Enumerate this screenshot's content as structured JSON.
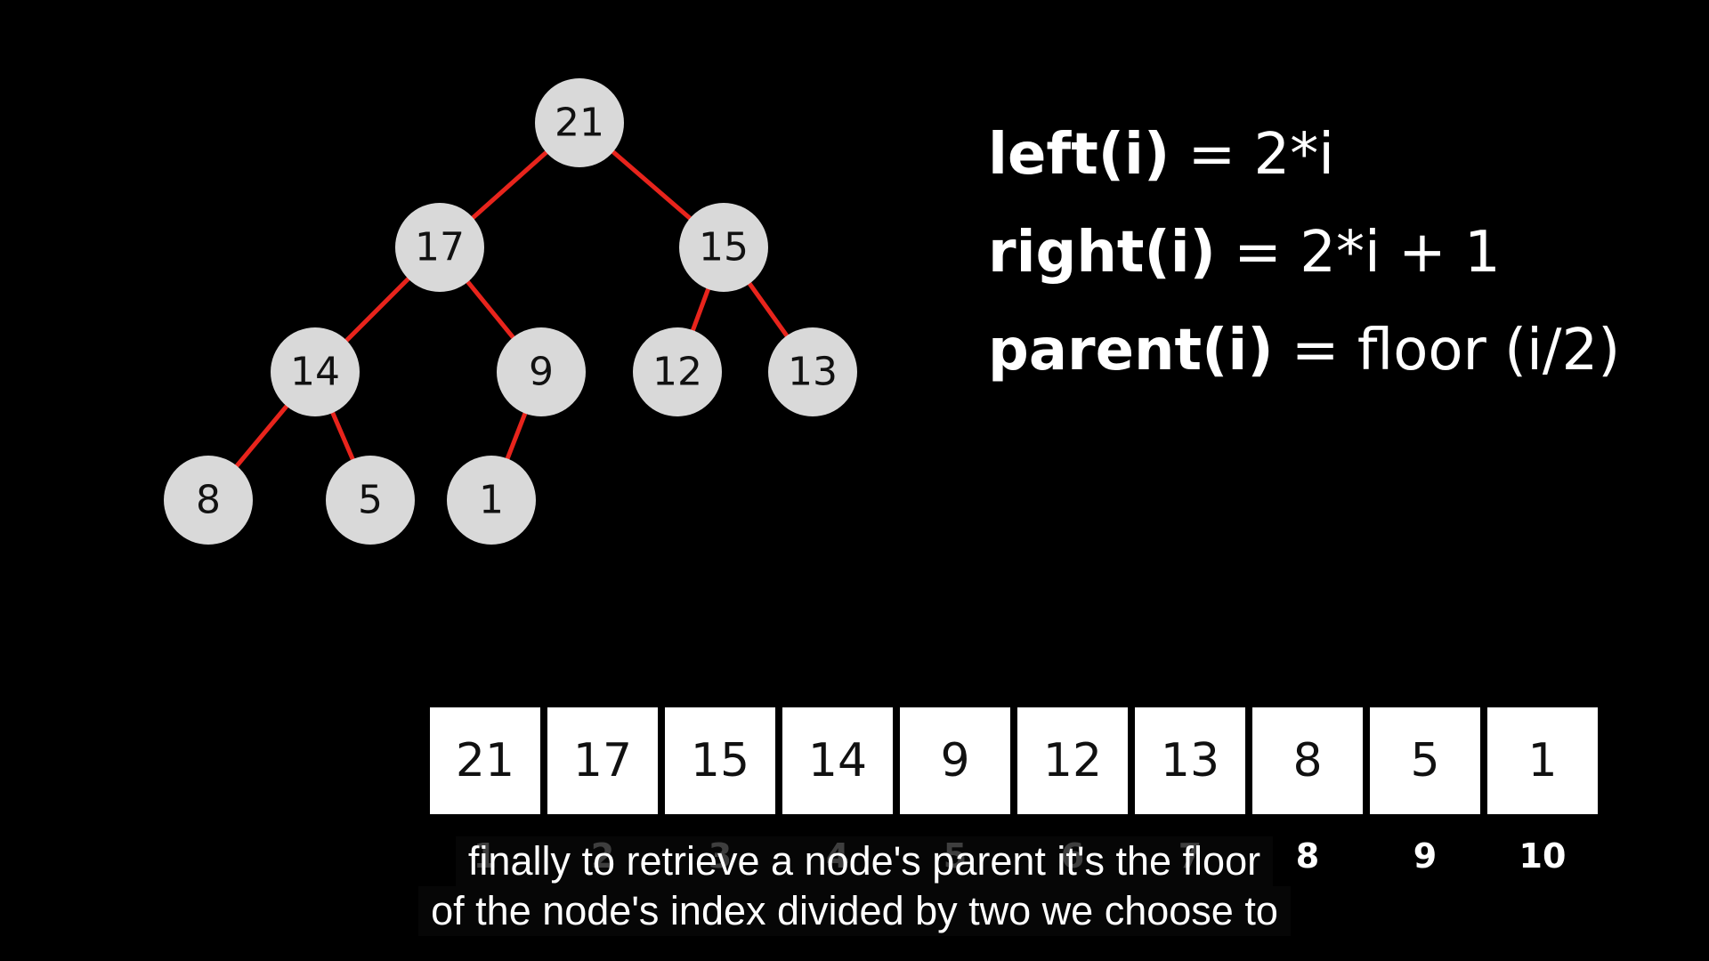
{
  "tree": {
    "nodes": [
      "21",
      "17",
      "15",
      "14",
      "9",
      "12",
      "13",
      "8",
      "5",
      "1"
    ],
    "edge_color": "#e8241c",
    "node_fill": "#d9d9d9"
  },
  "formulas": {
    "left": {
      "fn": "left(i)",
      "expr": " = 2*i"
    },
    "right": {
      "fn": "right(i)",
      "expr": " = 2*i + 1"
    },
    "parent": {
      "fn": "parent(i)",
      "expr": " = floor (i/2)"
    }
  },
  "array": {
    "values": [
      "21",
      "17",
      "15",
      "14",
      "9",
      "12",
      "13",
      "8",
      "5",
      "1"
    ],
    "indices": [
      "1",
      "2",
      "3",
      "4",
      "5",
      "6",
      "7",
      "8",
      "9",
      "10"
    ]
  },
  "caption": {
    "line1": "finally to retrieve a node's parent it's the floor",
    "line2": "of the node's index divided by two we choose to"
  }
}
